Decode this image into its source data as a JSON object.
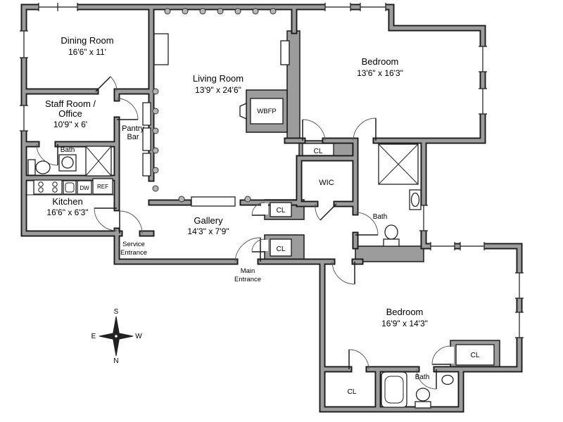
{
  "rooms": {
    "dining": {
      "name": "Dining Room",
      "dims": "16'6\" x 11'"
    },
    "living": {
      "name": "Living Room",
      "dims": "13'9\" x 24'6\""
    },
    "bedroom_top": {
      "name": "Bedroom",
      "dims": "13'6\" x 16'3\""
    },
    "bedroom_bottom": {
      "name": "Bedroom",
      "dims": "16'9\" x 14'3\""
    },
    "staff_office": {
      "name_line1": "Staff Room /",
      "name_line2": "Office",
      "dims": "10'9\" x 6'"
    },
    "kitchen": {
      "name": "Kitchen",
      "dims": "16'6\" x 6'3\""
    },
    "gallery": {
      "name": "Gallery",
      "dims": "14'3\" x 7'9\""
    },
    "pantry": {
      "name_line1": "Pantry",
      "name_line2": "Bar"
    },
    "wic": {
      "name": "WIC"
    },
    "bath_main": {
      "name": "Bath"
    },
    "bath_staff": {
      "name": "Bath"
    },
    "bath_bottom": {
      "name": "Bath"
    }
  },
  "closets": {
    "bedroom_top_cl": "CL",
    "gallery_cl_upper": "CL",
    "gallery_cl_lower": "CL",
    "bedroom_bottom_cl": "CL",
    "bedroom_bottom_side_cl": "CL"
  },
  "appliances": {
    "dishwasher": "DW",
    "refrigerator": "REF"
  },
  "fireplace": {
    "label": "WBFP"
  },
  "entrances": {
    "service_line1": "Service",
    "service_line2": "Entrance",
    "main_line1": "Main",
    "main_line2": "Entrance"
  },
  "compass": {
    "top": "S",
    "bottom": "N",
    "left": "E",
    "right": "W"
  },
  "colors": {
    "wall_fill": "#9c9c9c",
    "wall_outline": "#1a1a1a",
    "background": "#ffffff",
    "fixture_line": "#222222"
  }
}
